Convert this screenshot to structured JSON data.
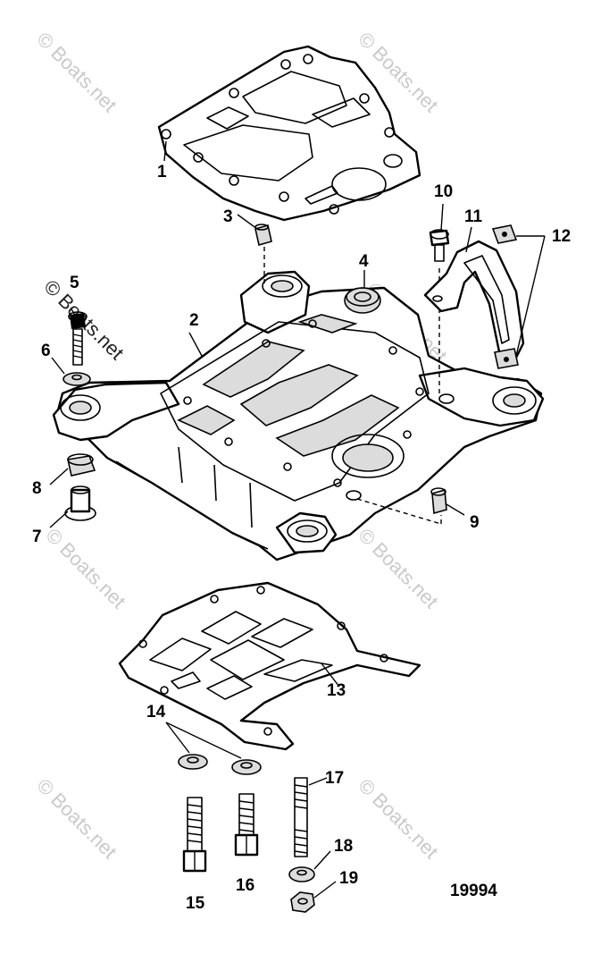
{
  "diagram": {
    "figure_number": "19994",
    "watermark_text": "© Boats.net",
    "callouts": [
      {
        "id": "c1",
        "label": "1"
      },
      {
        "id": "c2",
        "label": "2"
      },
      {
        "id": "c3",
        "label": "3"
      },
      {
        "id": "c4",
        "label": "4"
      },
      {
        "id": "c5",
        "label": "5"
      },
      {
        "id": "c6",
        "label": "6"
      },
      {
        "id": "c7",
        "label": "7"
      },
      {
        "id": "c8",
        "label": "8"
      },
      {
        "id": "c9",
        "label": "9"
      },
      {
        "id": "c10",
        "label": "10"
      },
      {
        "id": "c11",
        "label": "11"
      },
      {
        "id": "c12",
        "label": "12"
      },
      {
        "id": "c13",
        "label": "13"
      },
      {
        "id": "c14",
        "label": "14"
      },
      {
        "id": "c15",
        "label": "15"
      },
      {
        "id": "c16",
        "label": "16"
      },
      {
        "id": "c17",
        "label": "17"
      },
      {
        "id": "c18",
        "label": "18"
      },
      {
        "id": "c19",
        "label": "19"
      }
    ]
  }
}
